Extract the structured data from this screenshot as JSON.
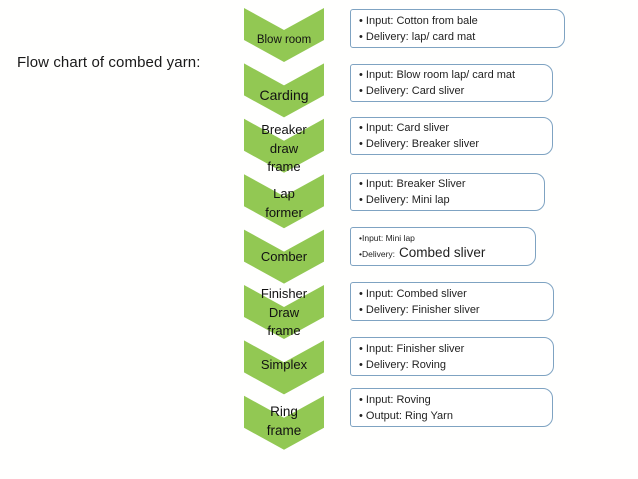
{
  "title": "Flow chart of combed yarn:",
  "stages": [
    {
      "name": "Blow room",
      "io1": "• Input: Cotton from bale",
      "io2": "• Delivery: lap/ card mat"
    },
    {
      "name": "Carding",
      "io1": "• Input: Blow room lap/ card mat",
      "io2": "• Delivery: Card sliver"
    },
    {
      "name": "Breaker\ndraw\nframe",
      "io1": "• Input: Card sliver",
      "io2": "• Delivery: Breaker sliver"
    },
    {
      "name": "Lap\nformer",
      "io1": "• Input: Breaker Sliver",
      "io2": "• Delivery: Mini lap"
    },
    {
      "name": "Comber",
      "io1": "•Input: Mini lap",
      "io2": "•Delivery:",
      "io2_value": "Combed sliver"
    },
    {
      "name": "Finisher\nDraw\nframe",
      "io1": "• Input: Combed sliver",
      "io2": "• Delivery: Finisher sliver"
    },
    {
      "name": "Simplex",
      "io1": "• Input: Finisher sliver",
      "io2": "• Delivery: Roving"
    },
    {
      "name": "Ring\nframe",
      "io1": "• Input: Roving",
      "io2": "• Output: Ring Yarn"
    }
  ],
  "colors": {
    "chevron_green": "#92c853",
    "box_border": "#7fa3c2",
    "text": "#1a1a1a",
    "background": "#fffffe"
  }
}
